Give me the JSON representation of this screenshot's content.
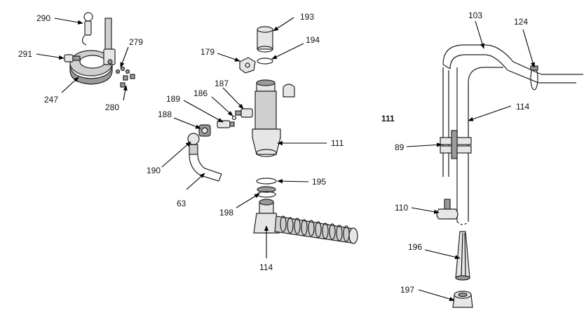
{
  "labels": {
    "l290": "290",
    "l291": "291",
    "l279": "279",
    "l247": "247",
    "l280": "280",
    "l193": "193",
    "l194": "194",
    "l179": "179",
    "l187": "187",
    "l189": "189",
    "l186": "186",
    "l188": "188",
    "l111a": "111",
    "l190": "190",
    "l63": "63",
    "l195": "195",
    "l198": "198",
    "l114a": "114",
    "l103": "103",
    "l124": "124",
    "l111b": "111",
    "l114b": "114",
    "l89": "89",
    "l110": "110",
    "l196": "196",
    "l197": "197"
  }
}
